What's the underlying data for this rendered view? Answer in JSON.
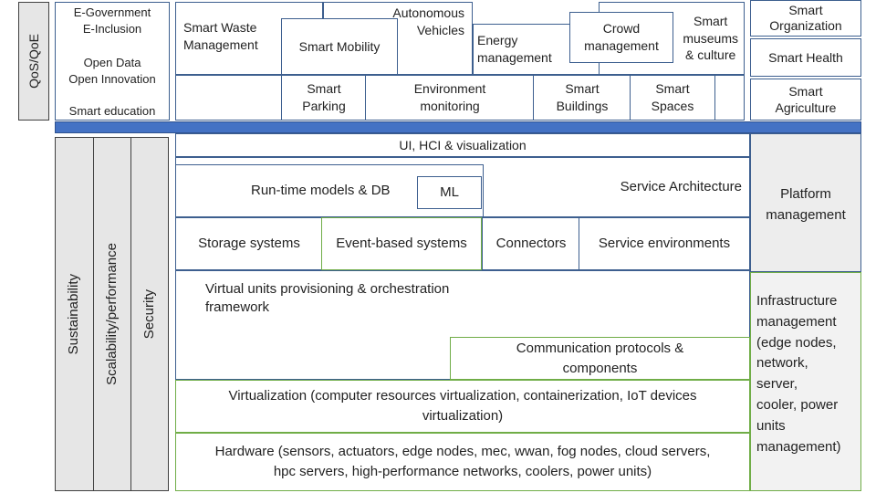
{
  "left_top_label": "QoS/QoE",
  "left_column": {
    "items": [
      "E-Government",
      "E-Inclusion",
      "Open Data",
      "Open Innovation",
      "Smart education"
    ]
  },
  "applications": {
    "smart_waste": "Smart Waste\nManagement",
    "smart_mobility": "Smart Mobility",
    "autonomous_vehicles": "Autonomous\nVehicles",
    "energy_management": "Energy\nmanagement",
    "crowd_management": "Crowd\nmanagement",
    "smart_museums": "Smart\nmuseums\n& culture",
    "smart_parking": "Smart\nParking",
    "environment_monitoring": "Environment\nmonitoring",
    "smart_buildings": "Smart\nBuildings",
    "smart_spaces": "Smart\nSpaces"
  },
  "right_column": {
    "smart_organization": "Smart\nOrganization",
    "smart_health": "Smart Health",
    "smart_agriculture": "Smart\nAgriculture"
  },
  "cross_cutting": {
    "sustainability": "Sustainability",
    "scalability": "Scalability/performance",
    "security": "Security"
  },
  "layers": {
    "ui": "UI, HCI & visualization",
    "runtime": "Run-time models & DB",
    "ml": "ML",
    "service_architecture": "Service Architecture",
    "storage": "Storage systems",
    "event_based": "Event-based systems",
    "connectors": "Connectors",
    "service_env": "Service environments",
    "virtual_units": "Virtual units provisioning & orchestration\nframework",
    "comm_protocols": "Communication protocols  &\ncomponents",
    "virtualization": "Virtualization (computer resources virtualization, containerization, IoT devices\nvirtualization)",
    "hardware": "Hardware (sensors, actuators, edge nodes, mec, wwan, fog nodes, cloud servers,\nhpc servers, high-performance networks, coolers, power units)"
  },
  "management": {
    "platform": "Platform\nmanagement",
    "infrastructure": "Infrastructure\nmanagement\n(edge nodes,\nnetwork,\nserver,\ncooler, power\nunits\nmanagement)"
  },
  "colors": {
    "bar": "#4472c4",
    "app_border": "#3d5f8f",
    "layer_border": "#70ad47",
    "gray_fill": "#e6e6e6"
  }
}
